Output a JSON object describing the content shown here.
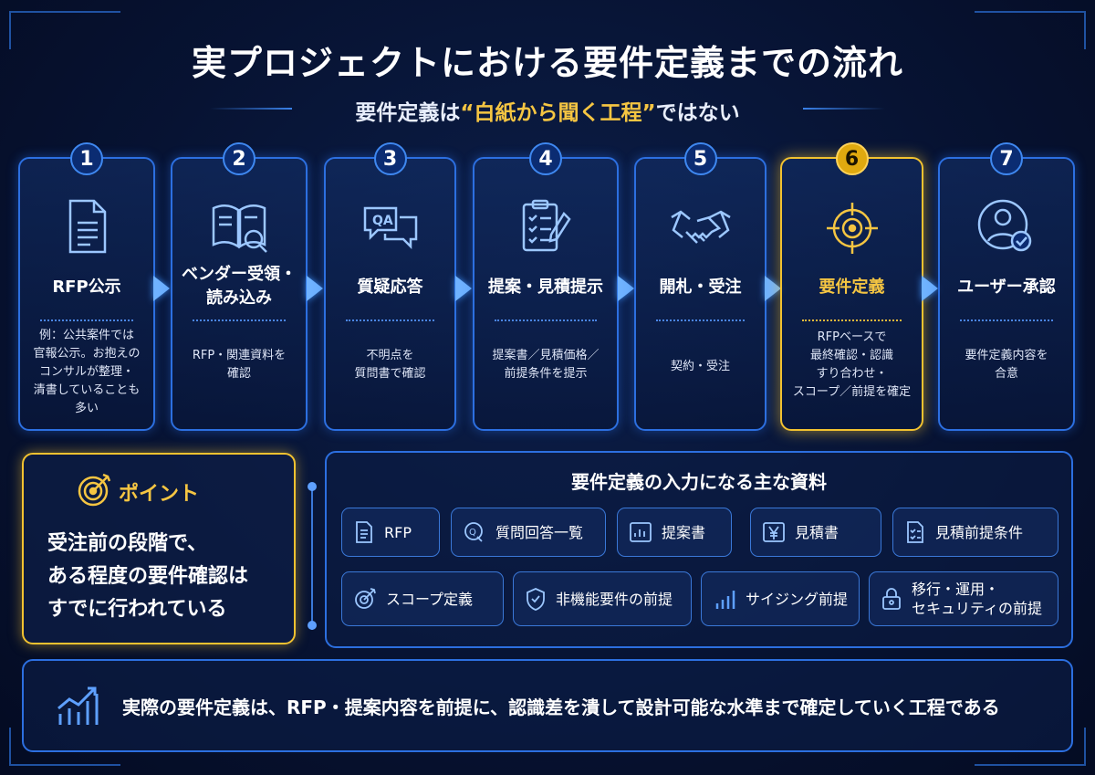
{
  "header": {
    "title": "実プロジェクトにおける要件定義までの流れ",
    "subtitle_prefix": "要件定義は",
    "subtitle_highlight": "“白紙から聞く工程”",
    "subtitle_suffix": "ではない"
  },
  "steps": [
    {
      "num": "1",
      "title": "RFP公示",
      "desc": "例：公共案件では\n官報公示。お抱えの\nコンサルが整理・\n清書していることも\n多い",
      "icon": "document-icon"
    },
    {
      "num": "2",
      "title": "ベンダー受領・\n読み込み",
      "desc": "RFP・関連資料を\n確認",
      "icon": "book-search-icon"
    },
    {
      "num": "3",
      "title": "質疑応答",
      "desc": "不明点を\n質問書で確認",
      "icon": "qa-bubble-icon"
    },
    {
      "num": "4",
      "title": "提案・見積提示",
      "desc": "提案書／見積価格／\n前提条件を提示",
      "icon": "clipboard-checklist-icon"
    },
    {
      "num": "5",
      "title": "開札・受注",
      "desc": "契約・受注",
      "icon": "handshake-icon"
    },
    {
      "num": "6",
      "title": "要件定義",
      "desc": "RFPベースで\n最終確認・認識\nすり合わせ・\nスコープ／前提を確定",
      "icon": "target-crosshair-icon"
    },
    {
      "num": "7",
      "title": "ユーザー承認",
      "desc": "要件定義内容を\n合意",
      "icon": "user-check-icon"
    }
  ],
  "point": {
    "title": "ポイント",
    "text": "受注前の段階で、\nある程度の要件確認は\nすでに行われている"
  },
  "materials": {
    "title": "要件定義の入力になる主な資料",
    "items": [
      {
        "label": "RFP",
        "icon": "document-icon"
      },
      {
        "label": "質問回答一覧",
        "icon": "qa-icon"
      },
      {
        "label": "提案書",
        "icon": "chart-doc-icon"
      },
      {
        "label": "見積書",
        "icon": "yen-icon"
      },
      {
        "label": "見積前提条件",
        "icon": "checklist-icon"
      },
      {
        "label": "スコープ定義",
        "icon": "target-icon"
      },
      {
        "label": "非機能要件の前提",
        "icon": "shield-check-icon"
      },
      {
        "label": "サイジング前提",
        "icon": "bar-chart-icon"
      },
      {
        "label": "移行・運用・\nセキュリティの前提",
        "icon": "lock-icon"
      }
    ]
  },
  "footer": {
    "text": "実際の要件定義は、RFP・提案内容を前提に、認識差を潰して設計可能な水準まで確定していく工程である",
    "icon": "growth-chart-icon"
  },
  "colors": {
    "accent_blue": "#2c6fe0",
    "highlight_gold": "#f5c542",
    "background": "#071333"
  }
}
